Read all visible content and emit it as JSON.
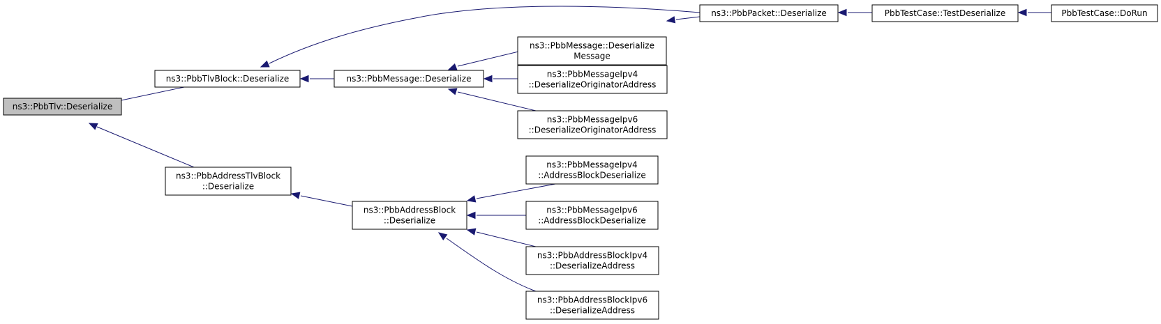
{
  "diagram": {
    "colors": {
      "edge": "#191970",
      "highlight_fill": "#bfbfbf",
      "node_fill": "#ffffff",
      "node_border": "#000000"
    },
    "nodes": [
      {
        "id": "pbbtlv-deserialize",
        "lines": [
          "ns3::PbbTlv::Deserialize"
        ],
        "highlighted": true
      },
      {
        "id": "pbbtlvblock-deserialize",
        "lines": [
          "ns3::PbbTlvBlock::Deserialize"
        ]
      },
      {
        "id": "pbbaddresstlvblock-deserialize",
        "lines": [
          "ns3::PbbAddressTlvBlock",
          "::Deserialize"
        ]
      },
      {
        "id": "pbbmessage-deserialize",
        "lines": [
          "ns3::PbbMessage::Deserialize"
        ]
      },
      {
        "id": "pbbaddressblock-deserialize",
        "lines": [
          "ns3::PbbAddressBlock",
          "::Deserialize"
        ]
      },
      {
        "id": "pbbmessage-deserializemessage",
        "lines": [
          "ns3::PbbMessage::Deserialize",
          "Message"
        ]
      },
      {
        "id": "pbbmessageipv4-deserializeoriginatoraddress",
        "lines": [
          "ns3::PbbMessageIpv4",
          "::DeserializeOriginatorAddress"
        ]
      },
      {
        "id": "pbbmessageipv6-deserializeoriginatoraddress",
        "lines": [
          "ns3::PbbMessageIpv6",
          "::DeserializeOriginatorAddress"
        ]
      },
      {
        "id": "pbbpacket-deserialize",
        "lines": [
          "ns3::PbbPacket::Deserialize"
        ]
      },
      {
        "id": "pbbtestcase-testdeserialize",
        "lines": [
          "PbbTestCase::TestDeserialize"
        ]
      },
      {
        "id": "pbbtestcase-dorun",
        "lines": [
          "PbbTestCase::DoRun"
        ]
      },
      {
        "id": "pbbmessageipv4-addressblockdeserialize",
        "lines": [
          "ns3::PbbMessageIpv4",
          "::AddressBlockDeserialize"
        ]
      },
      {
        "id": "pbbmessageipv6-addressblockdeserialize",
        "lines": [
          "ns3::PbbMessageIpv6",
          "::AddressBlockDeserialize"
        ]
      },
      {
        "id": "pbbaddressblockipv4-deserializeaddress",
        "lines": [
          "ns3::PbbAddressBlockIpv4",
          "::DeserializeAddress"
        ]
      },
      {
        "id": "pbbaddressblockipv6-deserializeaddress",
        "lines": [
          "ns3::PbbAddressBlockIpv6",
          "::DeserializeAddress"
        ]
      }
    ],
    "edges": [
      {
        "from": "pbbtlvblock-deserialize",
        "to": "pbbtlv-deserialize"
      },
      {
        "from": "pbbaddresstlvblock-deserialize",
        "to": "pbbtlv-deserialize"
      },
      {
        "from": "pbbmessage-deserialize",
        "to": "pbbtlvblock-deserialize"
      },
      {
        "from": "pbbpacket-deserialize",
        "to": "pbbtlvblock-deserialize"
      },
      {
        "from": "pbbmessage-deserializemessage",
        "to": "pbbmessage-deserialize"
      },
      {
        "from": "pbbmessageipv4-deserializeoriginatoraddress",
        "to": "pbbmessage-deserialize"
      },
      {
        "from": "pbbmessageipv6-deserializeoriginatoraddress",
        "to": "pbbmessage-deserialize"
      },
      {
        "from": "pbbpacket-deserialize",
        "to": "pbbmessage-deserializemessage"
      },
      {
        "from": "pbbtestcase-testdeserialize",
        "to": "pbbpacket-deserialize"
      },
      {
        "from": "pbbtestcase-dorun",
        "to": "pbbtestcase-testdeserialize"
      },
      {
        "from": "pbbaddressblock-deserialize",
        "to": "pbbaddresstlvblock-deserialize"
      },
      {
        "from": "pbbmessageipv4-addressblockdeserialize",
        "to": "pbbaddressblock-deserialize"
      },
      {
        "from": "pbbmessageipv6-addressblockdeserialize",
        "to": "pbbaddressblock-deserialize"
      },
      {
        "from": "pbbaddressblockipv4-deserializeaddress",
        "to": "pbbaddressblock-deserialize"
      },
      {
        "from": "pbbaddressblockipv6-deserializeaddress",
        "to": "pbbaddressblock-deserialize"
      }
    ]
  }
}
